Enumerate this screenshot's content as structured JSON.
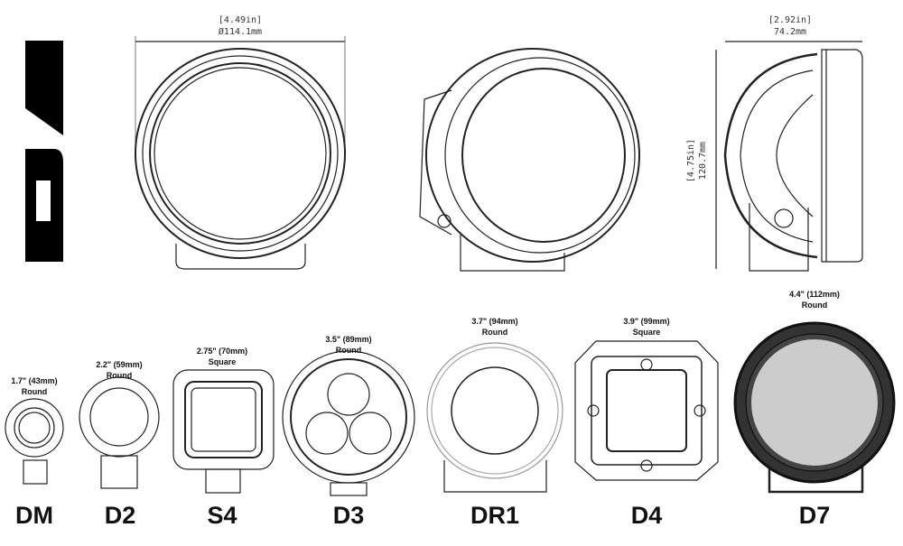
{
  "logo": "D7",
  "front_view": {
    "width_in": "[4.49in]",
    "width_mm": "Ø114.1mm"
  },
  "side_view": {
    "depth_in": "[2.92in]",
    "depth_mm": "74.2mm",
    "height_in": "[4.75in]",
    "height_mm": "120.7mm"
  },
  "lineup": [
    {
      "model": "DM",
      "size": "1.7\" (43mm)",
      "shape": "Round"
    },
    {
      "model": "D2",
      "size": "2.2\" (59mm)",
      "shape": "Round"
    },
    {
      "model": "S4",
      "size": "2.75\" (70mm)",
      "shape": "Square"
    },
    {
      "model": "D3",
      "size": "3.5\" (89mm)",
      "shape": "Round"
    },
    {
      "model": "DR1",
      "size": "3.7\" (94mm)",
      "shape": "Round"
    },
    {
      "model": "D4",
      "size": "3.9\" (99mm)",
      "shape": "Square"
    },
    {
      "model": "D7",
      "size": "4.4\" (112mm)",
      "shape": "Round"
    }
  ],
  "colors": {
    "line": "#222222",
    "lens_fill": "#cccccc",
    "bezel_dark": "#333333"
  }
}
